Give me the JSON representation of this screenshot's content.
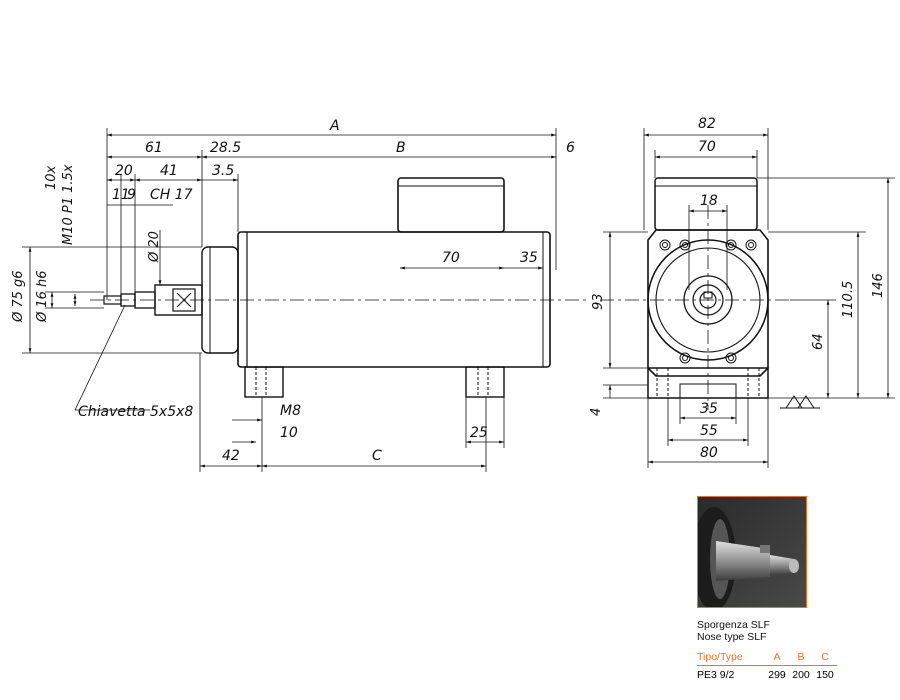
{
  "drawing": {
    "side_view": {
      "overall_length": "A",
      "body_length": "B",
      "foot_spacing": "C",
      "dims_top": [
        "61",
        "28.5",
        "6"
      ],
      "dims_second": [
        "20",
        "41",
        "3.5"
      ],
      "dims_third": [
        "11",
        "9",
        "CH 17"
      ],
      "dims_body": [
        "70",
        "35"
      ],
      "dims_bottom": [
        "M8",
        "10",
        "42",
        "25"
      ],
      "vertical_left": [
        "Ø 75 g6",
        "Ø 16 h6",
        "M10 P1 1.5x",
        "10x",
        "Ø 20"
      ],
      "key_label": "Chiavetta 5x5x8"
    },
    "front_view": {
      "dims_top": [
        "82",
        "70",
        "18"
      ],
      "dims_bottom": [
        "35",
        "55",
        "80"
      ],
      "dims_vertical": [
        "93",
        "4",
        "64",
        "110.5",
        "146"
      ]
    }
  },
  "product": {
    "nose_label_it": "Sporgenza SLF",
    "nose_label_en": "Nose type SLF",
    "table": {
      "headers": [
        "Tipo/Type",
        "A",
        "B",
        "C"
      ],
      "rows": [
        [
          "PE3 9/2",
          "299",
          "200",
          "150"
        ]
      ]
    },
    "accent_color": "#e8742a"
  }
}
